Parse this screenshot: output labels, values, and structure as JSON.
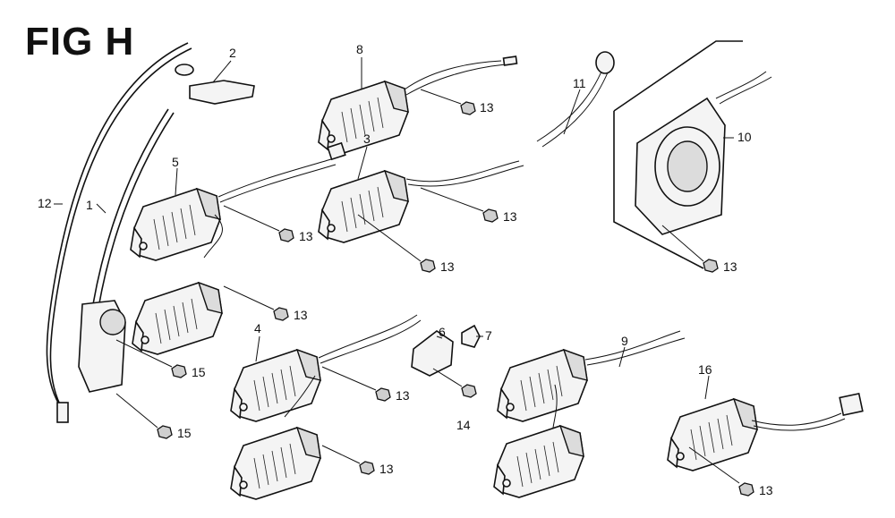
{
  "figure": {
    "title": "FIG H"
  },
  "callouts": {
    "p1": "1",
    "p2": "2",
    "p3": "3",
    "p4": "4",
    "p5": "5",
    "p6": "6",
    "p7": "7",
    "p8": "8",
    "p9": "9",
    "p10": "10",
    "p11": "11",
    "p12": "12",
    "p13": "13",
    "p14": "14",
    "p15": "15",
    "p16": "16"
  }
}
